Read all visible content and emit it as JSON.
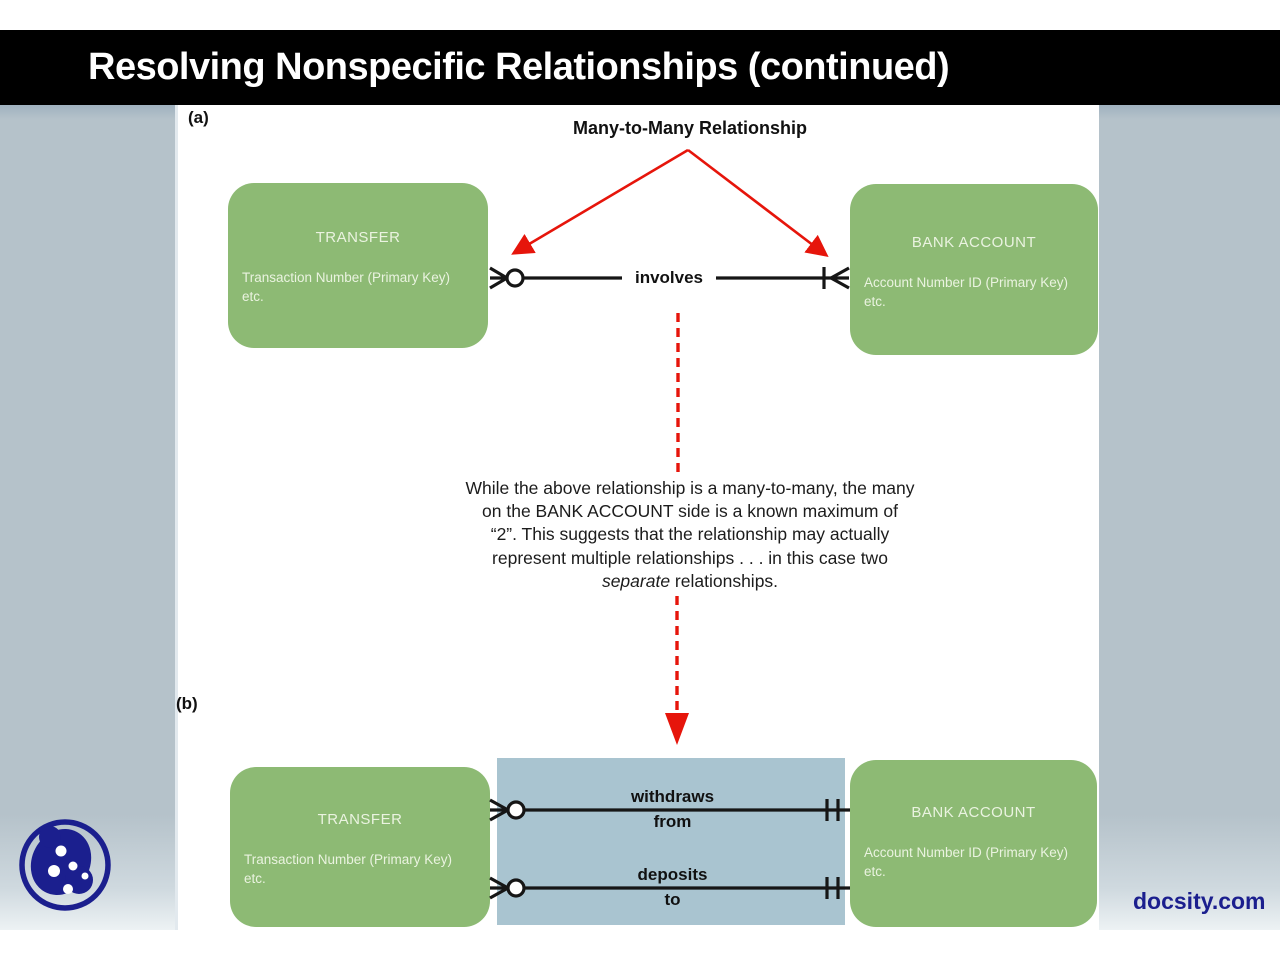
{
  "slide": {
    "title": "Resolving Nonspecific Relationships (continued)",
    "footer_site": "docsity.com"
  },
  "section_a": {
    "label": "(a)",
    "heading": "Many-to-Many Relationship",
    "relationship_label": "involves",
    "transfer_entity": {
      "name": "TRANSFER",
      "attr_primary": "Transaction Number (Primary Key)",
      "attr_etc": "etc."
    },
    "bank_entity": {
      "name": "BANK ACCOUNT",
      "attr_primary": "Account Number ID (Primary Key)",
      "attr_etc": "etc."
    },
    "left_cardinality": "zero-or-many",
    "right_cardinality": "one-or-many"
  },
  "note": {
    "line1": "While the above relationship is a many-to-many, the many",
    "line2": "on the BANK ACCOUNT side is a known maximum of",
    "line3": "“2”. This suggests that the relationship may actually",
    "line4": "represent multiple relationships . . . in this case two",
    "line5_italic": "separate",
    "line5_rest": " relationships."
  },
  "section_b": {
    "label": "(b)",
    "transfer_entity": {
      "name": "TRANSFER",
      "attr_primary": "Transaction Number (Primary Key)",
      "attr_etc": "etc."
    },
    "bank_entity": {
      "name": "BANK ACCOUNT",
      "attr_primary": "Account Number ID (Primary Key)",
      "attr_etc": "etc."
    },
    "relationship_top": {
      "line1": "withdraws",
      "line2": "from"
    },
    "relationship_bottom": {
      "line1": "deposits",
      "line2": "to"
    },
    "left_cardinality": "zero-or-many",
    "right_cardinality": "one-and-only-one"
  },
  "colors": {
    "entity_green": "#8dba74",
    "resolver_blue": "#a9c4d0",
    "panel_gray": "#b5c2ca",
    "accent_red": "#e6150b",
    "brand_navy": "#1b1f8e",
    "title_bar": "#000000"
  }
}
